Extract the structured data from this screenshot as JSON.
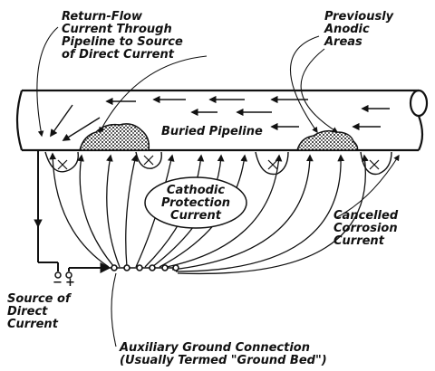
{
  "diagram": {
    "colors": {
      "ink": "#111111",
      "paper": "#ffffff"
    },
    "labels": {
      "return_flow": [
        "Return-Flow",
        "Current Through",
        "Pipeline to Source",
        "of Direct Current"
      ],
      "anodic": [
        "Previously",
        "Anodic",
        "Areas"
      ],
      "pipeline": "Buried Pipeline",
      "cathodic": [
        "Cathodic",
        "Protection",
        "Current"
      ],
      "cancelled": [
        "Cancelled",
        "Corrosion",
        "Current"
      ],
      "source": [
        "Source of",
        "Direct",
        "Current"
      ],
      "terminal_minus": "−",
      "terminal_plus": "+",
      "ground_bed": [
        "Auxiliary Ground Connection",
        "(Usually Termed \"Ground Bed\")"
      ]
    }
  }
}
